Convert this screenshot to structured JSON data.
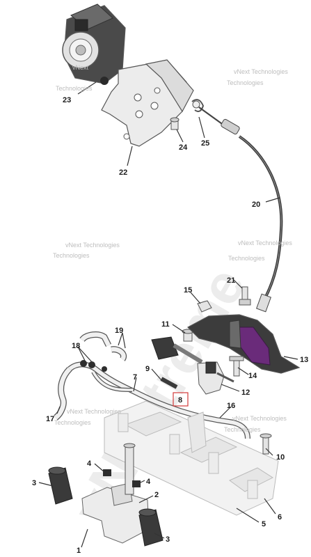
{
  "watermark": {
    "brand_line1": "vNext",
    "brand_line2": "Technologies",
    "brand_full": "vNext Technologies",
    "diagonal_text": "vNextreme"
  },
  "callouts": {
    "c1": "1",
    "c2": "2",
    "c3a": "3",
    "c3b": "3",
    "c4a": "4",
    "c4b": "4",
    "c5": "5",
    "c6": "6",
    "c7": "7",
    "c8": "8",
    "c9": "9",
    "c10": "10",
    "c11": "11",
    "c12": "12",
    "c13": "13",
    "c14": "14",
    "c15": "15",
    "c16": "16",
    "c17": "17",
    "c18": "18",
    "c19": "19",
    "c20": "20",
    "c21": "21",
    "c22": "22",
    "c23": "23",
    "c24": "24",
    "c25": "25"
  },
  "colors": {
    "part_fill": "#e9e9e9",
    "part_dark": "#3a3a3a",
    "highlight": "#6a2b7a",
    "watermark": "#bdbdbd",
    "selection_box": "#d33a3a"
  }
}
